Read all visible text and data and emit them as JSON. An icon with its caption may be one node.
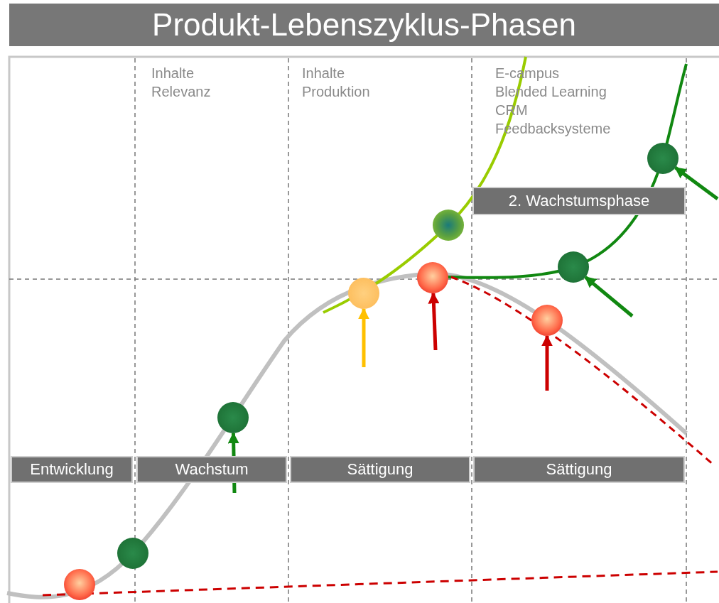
{
  "diagram": {
    "title": "Produkt-Lebenszyklus-Phasen",
    "nodes": [
      {
        "text": [
          "Entwicklung"
        ]
      },
      {
        "text": [
          "Wachstum"
        ]
      },
      {
        "text": [
          "Sättigung"
        ]
      },
      {
        "text": [
          "Sättigung"
        ]
      },
      {
        "text": [
          "2. Wachstumsphase"
        ]
      },
      {
        "text": [],
        "shape": "circle"
      },
      {
        "text": [],
        "shape": "circle"
      },
      {
        "text": [],
        "shape": "circle"
      },
      {
        "text": [],
        "shape": "circle"
      },
      {
        "text": [],
        "shape": "circle"
      },
      {
        "text": [],
        "shape": "circle"
      },
      {
        "text": [],
        "shape": "circle"
      },
      {
        "text": [],
        "shape": "circle"
      },
      {
        "text": [],
        "shape": "circle"
      }
    ],
    "edges": [
      {
        "from": null,
        "to": 7,
        "arrow": "to"
      },
      {
        "from": null,
        "to": 8,
        "arrow": "to",
        "color": "#ffc000"
      },
      {
        "from": null,
        "to": 9,
        "arrow": "to",
        "color": "#cc0000"
      },
      {
        "from": null,
        "to": 11,
        "arrow": "to",
        "color": "#cc0000"
      },
      {
        "from": null,
        "to": 12,
        "arrow": "to"
      },
      {
        "from": null,
        "to": 13,
        "arrow": "to"
      }
    ],
    "labels": [
      "Inhalte",
      "Relevanz",
      "Inhalte",
      "Produktion",
      "E-campus",
      "Blended Learning",
      "CRM",
      "Feedbacksysteme"
    ]
  }
}
